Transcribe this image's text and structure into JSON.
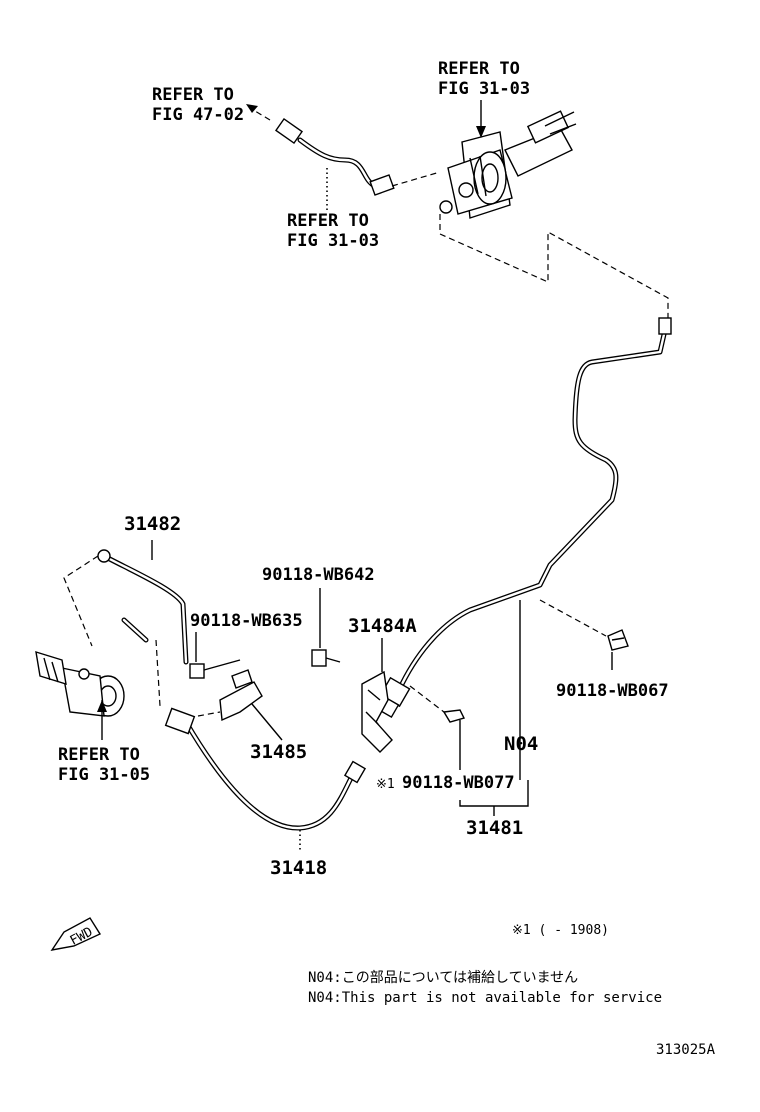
{
  "references": {
    "fig_47_02": [
      "REFER TO",
      "FIG 47-02"
    ],
    "fig_31_03_top": [
      "REFER TO",
      "FIG 31-03"
    ],
    "fig_31_03_mid": [
      "REFER TO",
      "FIG 31-03"
    ],
    "fig_31_05": [
      "REFER TO",
      "FIG 31-05"
    ]
  },
  "parts": {
    "p31482": "31482",
    "p90118_wb642": "90118-WB642",
    "p90118_wb635": "90118-WB635",
    "p31484a": "31484A",
    "p90118_wb067": "90118-WB067",
    "p31485": "31485",
    "pn04": "N04",
    "p90118_wb077": "90118-WB077",
    "p31481": "31481",
    "p31418": "31418"
  },
  "marks": {
    "wb077_prefix": "※1",
    "footnote": "※1 (     - 1908)"
  },
  "notes": {
    "line_jp": "N04:この部品については補給していません",
    "line_en": "N04:This part is not available for service"
  },
  "fwd_label": "FWD",
  "figure_code": "313025A"
}
